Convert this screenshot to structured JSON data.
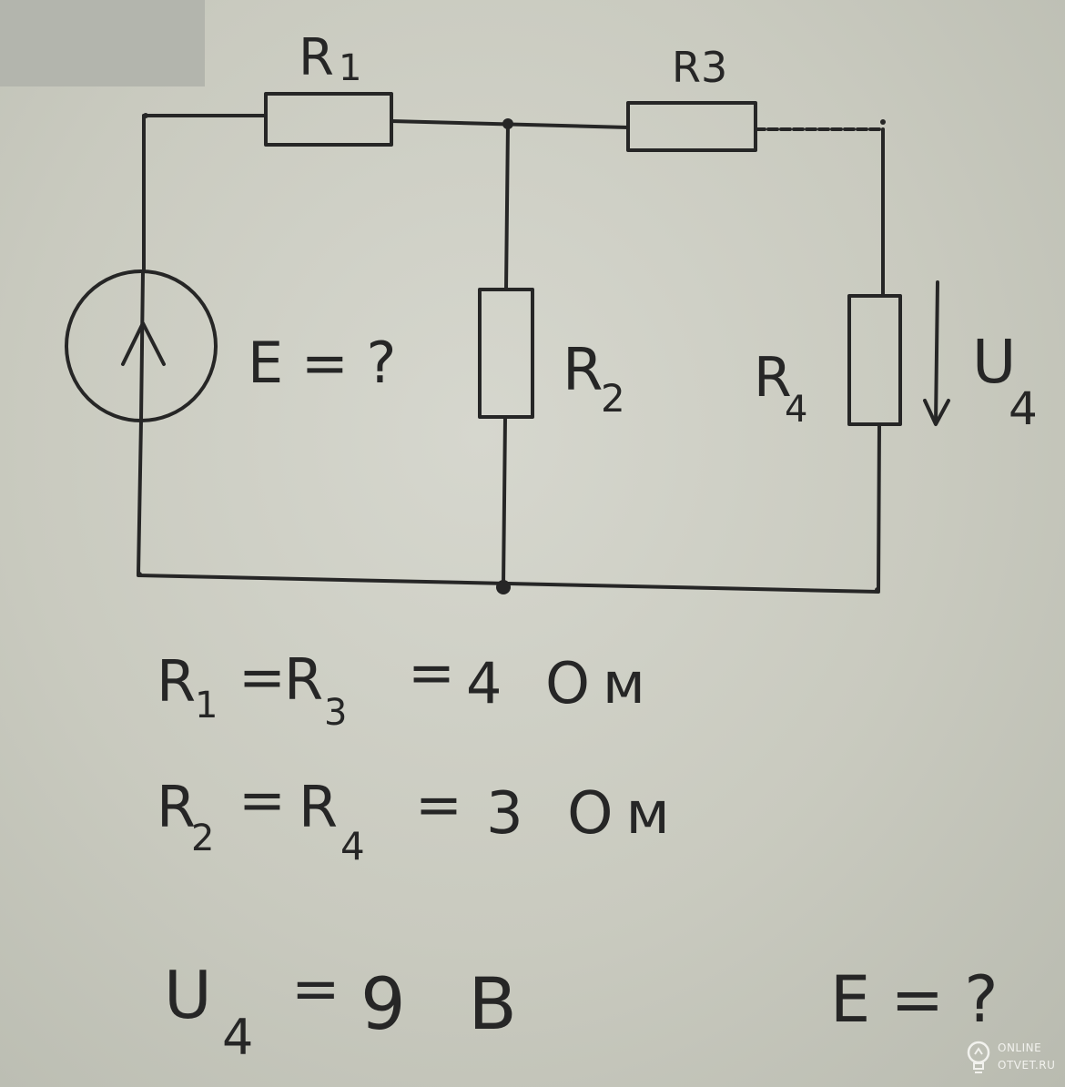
{
  "diagram": {
    "labels": {
      "r1": "R",
      "r1_sub": "1",
      "r3": "R3",
      "r2": "R",
      "r2_sub": "2",
      "r4": "R",
      "r4_sub": "4",
      "u4": "U",
      "u4_sub": "4",
      "source_label": "E = ?"
    },
    "given": {
      "line1": {
        "a": "R",
        "a_sub": "1",
        "eq1": "=",
        "b": "R",
        "b_sub": "3",
        "eq2": "=",
        "value": "4 Ом"
      },
      "line2": {
        "a": "R",
        "a_sub": "2",
        "eq1": "=",
        "b": "R",
        "b_sub": "4",
        "eq2": "=",
        "value": "3 Ом"
      },
      "line3": {
        "a": "U",
        "a_sub": "4",
        "eq1": "=",
        "value": "9 В"
      },
      "question": "E = ?"
    }
  },
  "watermark": {
    "line1": "ONLINE",
    "line2": "OTVET.RU",
    "icon": "lightbulb-icon"
  },
  "colors": {
    "ink": "#262626",
    "paper": "#cfd0c6"
  }
}
